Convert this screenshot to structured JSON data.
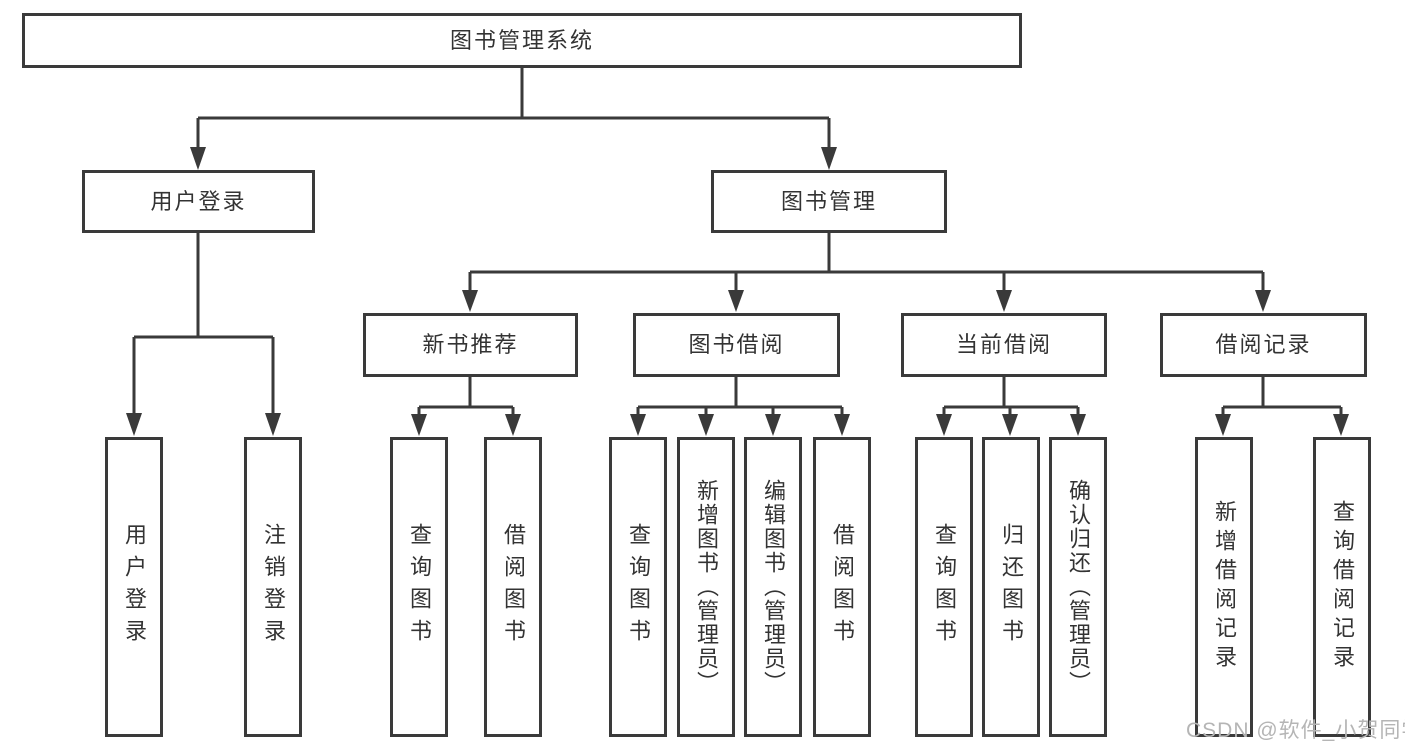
{
  "tree": {
    "root": {
      "label": "图书管理系统"
    },
    "branches": [
      {
        "label": "用户登录",
        "children": [
          {
            "label": "用户登录"
          },
          {
            "label": "注销登录"
          }
        ]
      },
      {
        "label": "图书管理",
        "children": [
          {
            "label": "新书推荐",
            "children": [
              {
                "label": "查询图书"
              },
              {
                "label": "借阅图书"
              }
            ]
          },
          {
            "label": "图书借阅",
            "children": [
              {
                "label": "查询图书"
              },
              {
                "label": "新增图书（管理员）"
              },
              {
                "label": "编辑图书（管理员）"
              },
              {
                "label": "借阅图书"
              }
            ]
          },
          {
            "label": "当前借阅",
            "children": [
              {
                "label": "查询图书"
              },
              {
                "label": "归还图书"
              },
              {
                "label": "确认归还（管理员）"
              }
            ]
          },
          {
            "label": "借阅记录",
            "children": [
              {
                "label": "新增借阅记录"
              },
              {
                "label": "查询借阅记录"
              }
            ]
          }
        ]
      }
    ]
  },
  "watermark": "CSDN @软件_小贺同学",
  "colors": {
    "line": "#3a3a3a",
    "text": "#333333",
    "watermark": "#b5b5b5"
  }
}
